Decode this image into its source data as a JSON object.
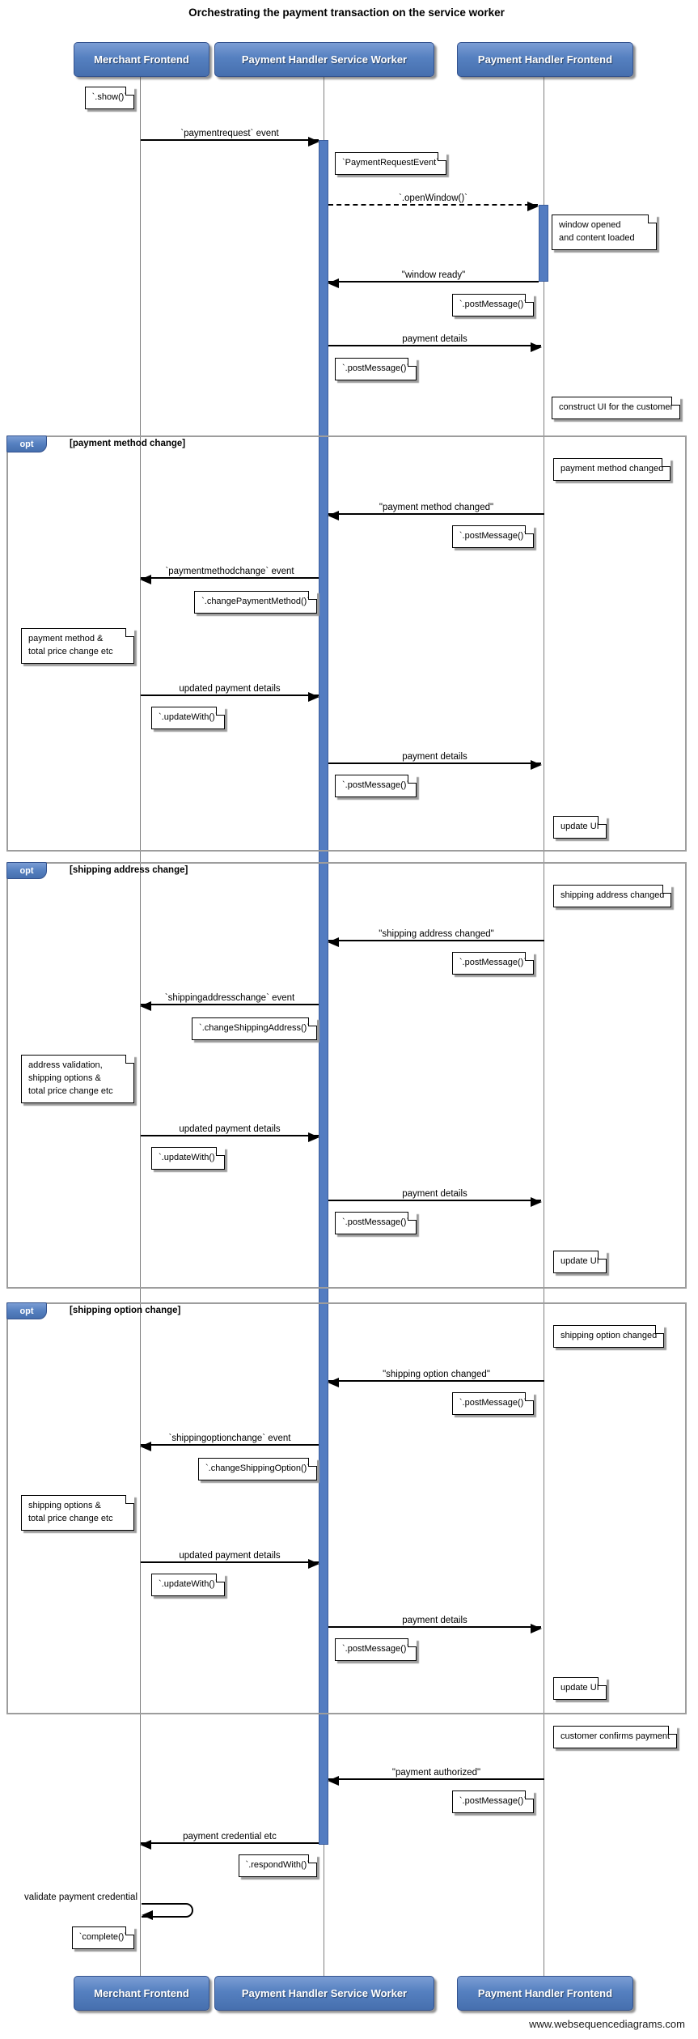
{
  "title": "Orchestrating the payment transaction on the service worker",
  "footer": "www.websequencediagrams.com",
  "participants": {
    "merchant": "Merchant Frontend",
    "service_worker": "Payment Handler Service Worker",
    "frontend": "Payment Handler Frontend"
  },
  "sections": {
    "opt_keyword": "opt",
    "opt1_condition": "[payment method change]",
    "opt2_condition": "[shipping address change]",
    "opt3_condition": "[shipping option change]"
  },
  "messages": {
    "payment_request": "`paymentrequest` event",
    "open_window": "`.openWindow()`",
    "window_ready": "\"window ready\"",
    "payment_details": "payment details",
    "payment_method_changed": "\"payment method changed\"",
    "payment_method_change_event": "`paymentmethodchange` event",
    "updated_payment_details": "updated payment details",
    "shipping_address_changed": "\"shipping address changed\"",
    "shipping_address_change_event": "`shippingaddresschange` event",
    "shipping_option_changed": "\"shipping option changed\"",
    "shipping_option_change_event": "`shippingoptionchange` event",
    "payment_authorized": "\"payment authorized\"",
    "payment_credential": "payment credential etc",
    "validate_credential": "validate payment credential"
  },
  "notes": {
    "show": "`.show()`",
    "payment_request_event": "`PaymentRequestEvent`",
    "window_opened": "window opened\nand content loaded",
    "post_message": "`.postMessage()`",
    "construct_ui": "construct UI for the customer",
    "payment_method_changed": "payment method changed",
    "change_payment_method": "`.changePaymentMethod()`",
    "payment_method_total": "payment method &\ntotal price change etc",
    "update_with": "`.updateWith()`",
    "update_ui": "update UI",
    "shipping_address_changed": "shipping address changed",
    "change_shipping_address": "`.changeShippingAddress()`",
    "address_validation": "address validation,\nshipping options &\ntotal price change etc",
    "shipping_option_changed": "shipping option changed",
    "change_shipping_option": "`.changeShippingOption()`",
    "shipping_options_total": "shipping options &\ntotal price change etc",
    "customer_confirms": "customer confirms payment",
    "respond_with": "`.respondWith()`",
    "complete": "`complete()`"
  },
  "colors": {
    "participant_blue": "#5580c0",
    "activation_blue": "#537cc1",
    "frame_gray": "#9d9d9d"
  }
}
